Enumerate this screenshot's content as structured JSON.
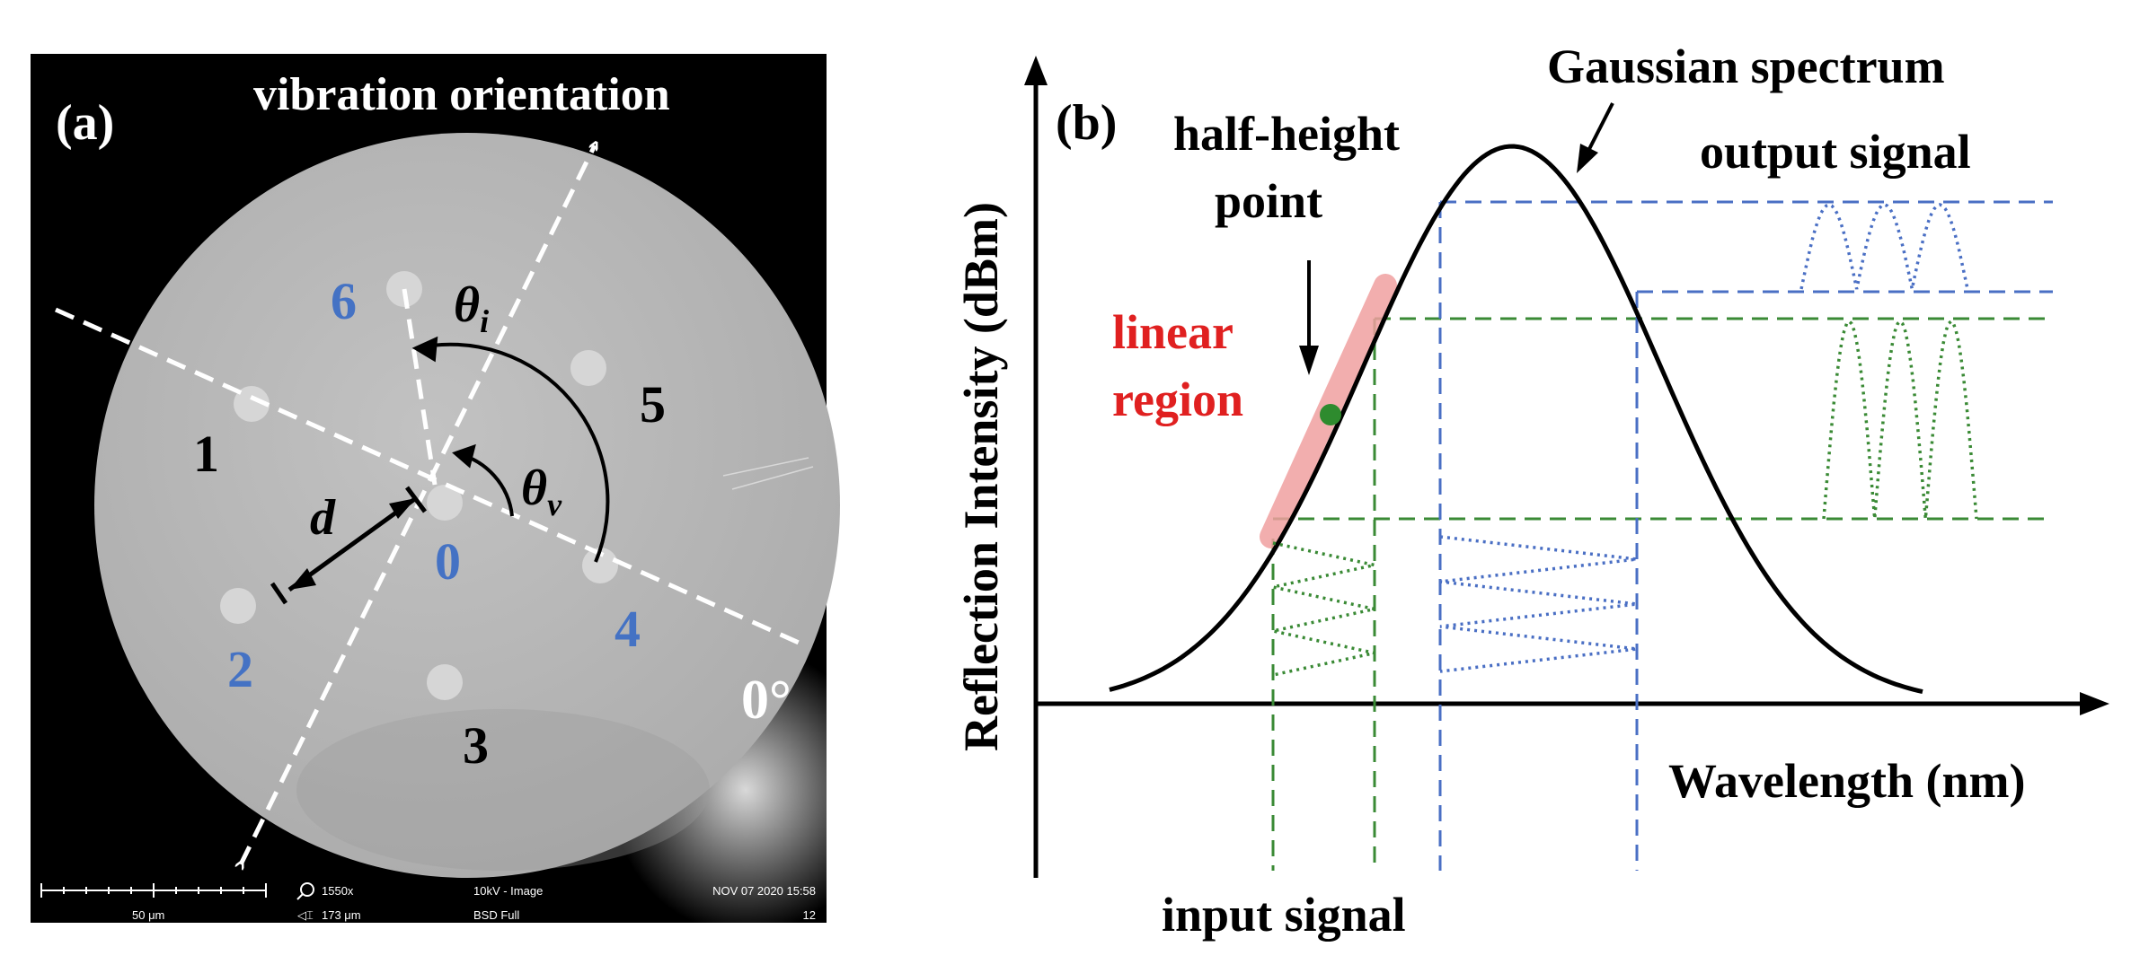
{
  "panel_a": {
    "label": "(a)",
    "title": "vibration orientation",
    "core_labels": {
      "c0": "0",
      "c1": "1",
      "c2": "2",
      "c3": "3",
      "c4": "4",
      "c5": "5",
      "c6": "6"
    },
    "theta_i": "θ",
    "theta_i_sub": "i",
    "theta_v": "θ",
    "theta_v_sub": "v",
    "distance": "d",
    "angle_zero": "0°",
    "sem_bar": {
      "scale": "50 μm",
      "mag": "1550x",
      "hfw": "173 μm",
      "mode": "10kV - Image",
      "detector": "BSD Full",
      "date": "NOV 07 2020 15:58",
      "num": "12"
    },
    "colors": {
      "blue_label": "#4472c4",
      "background": "#000000",
      "fiber": "#b4b4b4"
    }
  },
  "panel_b": {
    "label": "(b)",
    "gaussian_label": "Gaussian spectrum",
    "output_label": "output signal",
    "half_height_1": "half-height",
    "half_height_2": "point",
    "linear_1": "linear",
    "linear_2": "region",
    "input_label": "input signal",
    "y_axis": "Reflection Intensity (dBm)",
    "x_axis": "Wavelength (nm)",
    "colors": {
      "green": "#3a8a35",
      "blue": "#4a6fc4",
      "red": "#e02020",
      "highlight": "#f0a0a0"
    }
  }
}
